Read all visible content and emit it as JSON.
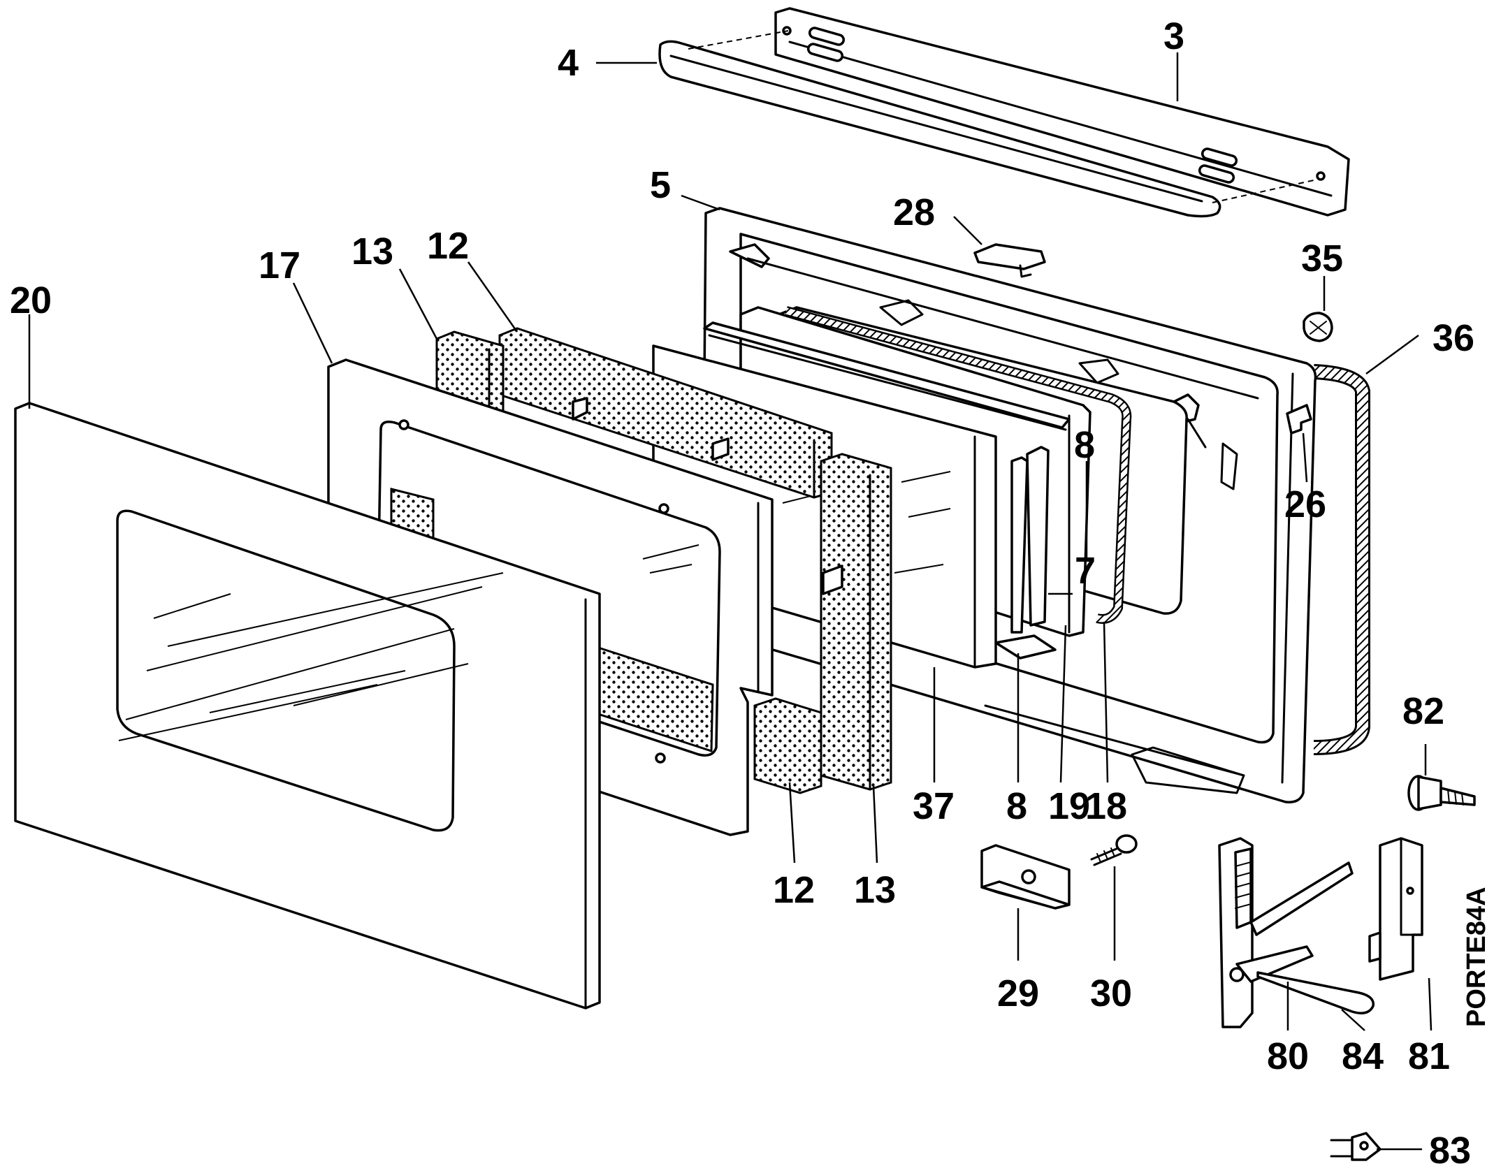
{
  "diagram": {
    "reference": "PORTE84A",
    "labels": {
      "p3": "3",
      "p4": "4",
      "p5": "5",
      "p28": "28",
      "p35": "35",
      "p36": "36",
      "p26": "26",
      "p8_top": "8",
      "p7": "7",
      "p20": "20",
      "p17": "17",
      "p13_top": "13",
      "p12_top": "12",
      "p37": "37",
      "p8_bottom": "8",
      "p19": "19",
      "p18": "18",
      "p12_bottom": "12",
      "p13_bottom": "13",
      "p82": "82",
      "p29": "29",
      "p30": "30",
      "p80": "80",
      "p84": "84",
      "p81": "81",
      "p83": "83"
    }
  }
}
